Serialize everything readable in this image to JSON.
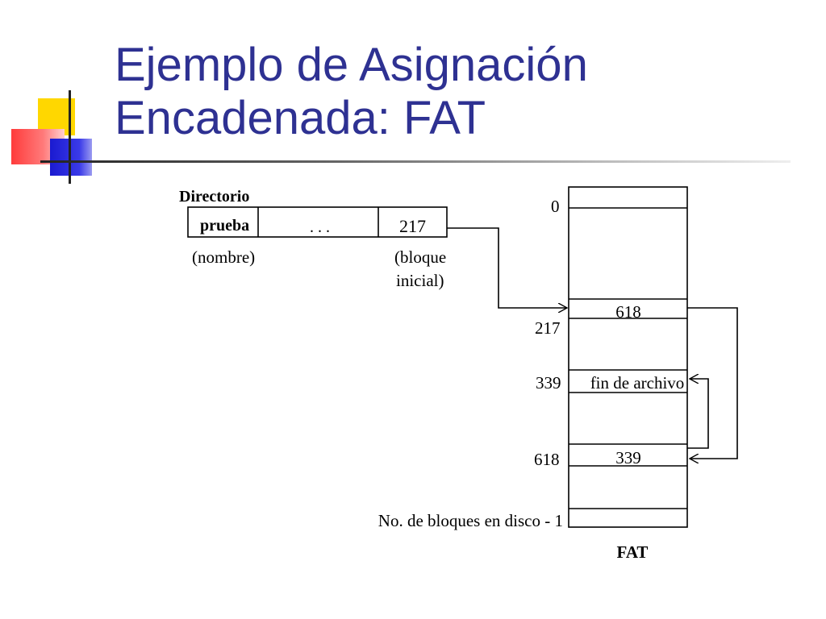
{
  "title": {
    "line1": "Ejemplo de Asignación",
    "line2": "Encadenada: FAT"
  },
  "directory": {
    "heading": "Directorio",
    "name_value": "prueba",
    "ellipsis": ". . .",
    "start_block_value": "217",
    "name_caption": "(nombre)",
    "start_caption_line1": "(bloque",
    "start_caption_line2": "inicial)"
  },
  "fat": {
    "caption": "FAT",
    "index_first": "0",
    "index_last": "No. de bloques en disco - 1",
    "rows": [
      {
        "index": "217",
        "value": "618"
      },
      {
        "index": "339",
        "value": "fin de archivo"
      },
      {
        "index": "618",
        "value": "339"
      }
    ]
  },
  "colors": {
    "title": "#2e3192",
    "deco_yellow": "#ffd700",
    "deco_red": "#ff3b3b",
    "deco_blue": "#2a2ad0"
  }
}
